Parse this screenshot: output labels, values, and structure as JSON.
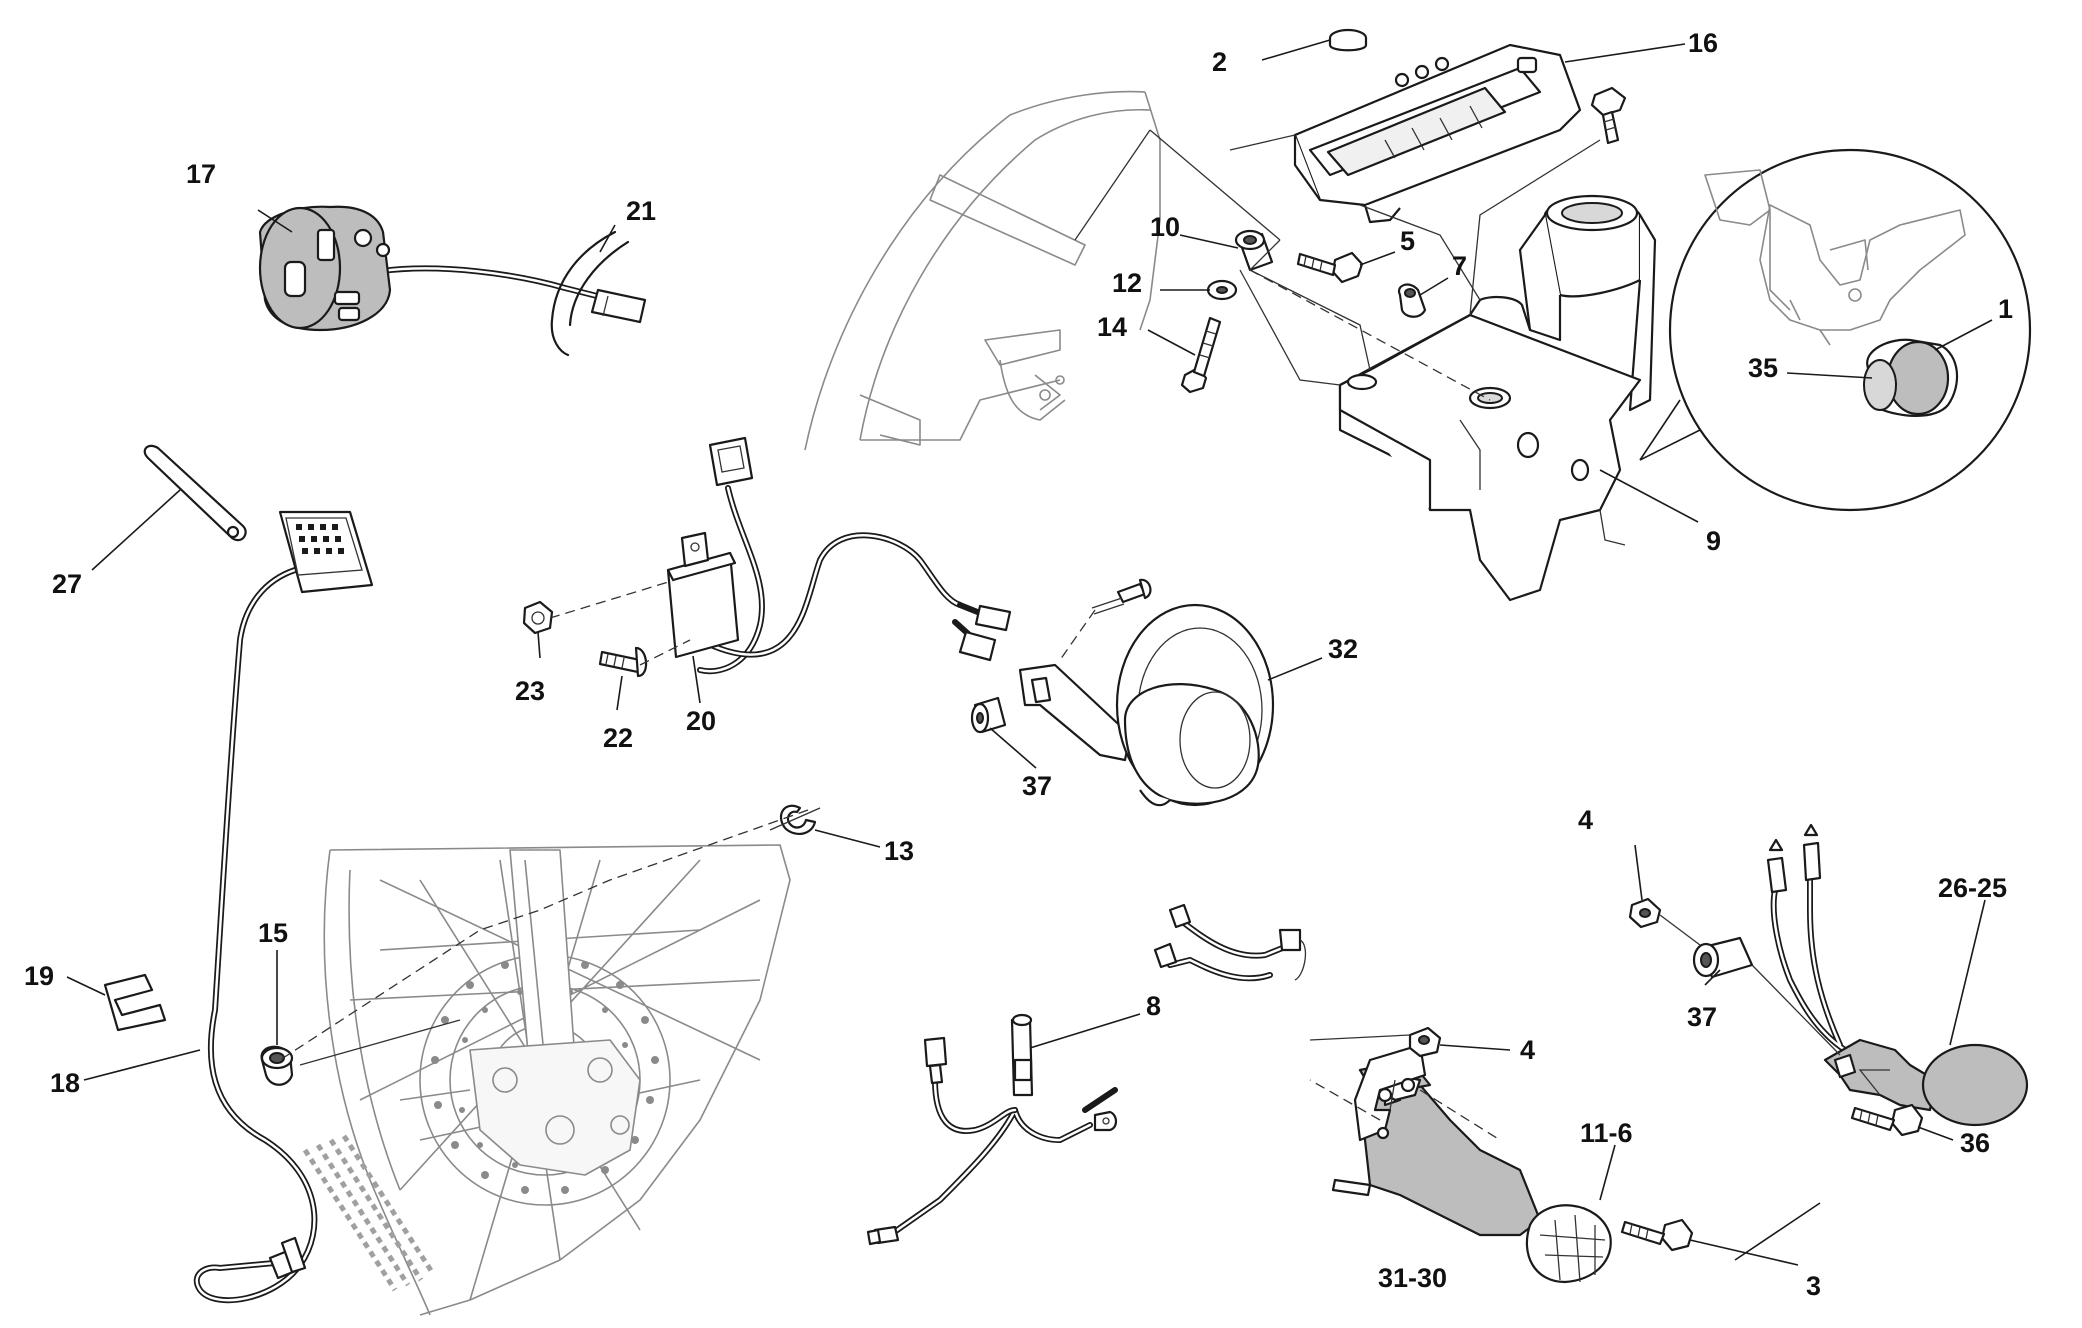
{
  "callouts": {
    "c1": "1",
    "c2": "2",
    "c3": "3",
    "c4a": "4",
    "c4b": "4",
    "c5": "5",
    "c7": "7",
    "c8": "8",
    "c9": "9",
    "c10": "10",
    "c11_6": "11-6",
    "c12": "12",
    "c13": "13",
    "c14": "14",
    "c15": "15",
    "c16": "16",
    "c17": "17",
    "c18": "18",
    "c19": "19",
    "c20": "20",
    "c21": "21",
    "c22": "22",
    "c23": "23",
    "c26_25": "26-25",
    "c27": "27",
    "c31_30": "31-30",
    "c32": "32",
    "c35": "35",
    "c36": "36",
    "c37a": "37",
    "c37b": "37"
  }
}
